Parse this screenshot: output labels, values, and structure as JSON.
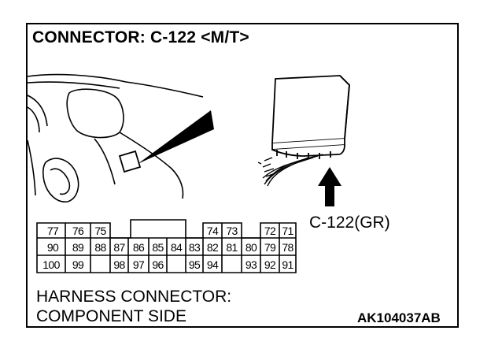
{
  "title": "CONNECTOR: C-122 <M/T>",
  "connector_callout": "C-122(GR)",
  "caption": {
    "line1": "HARNESS CONNECTOR:",
    "line2": "COMPONENT SIDE"
  },
  "figure_code": "AK104037AB",
  "pins": {
    "row1": [
      "77",
      "76",
      "75",
      "",
      "74",
      "73",
      "",
      "72",
      "71"
    ],
    "row2": [
      "90",
      "89",
      "88",
      "87",
      "86",
      "85",
      "84",
      "83",
      "82",
      "81",
      "80",
      "79",
      "78"
    ],
    "row3": [
      "100",
      "99",
      "",
      "98",
      "97",
      "96",
      "",
      "95",
      "94",
      "",
      "93",
      "92",
      "91"
    ]
  }
}
